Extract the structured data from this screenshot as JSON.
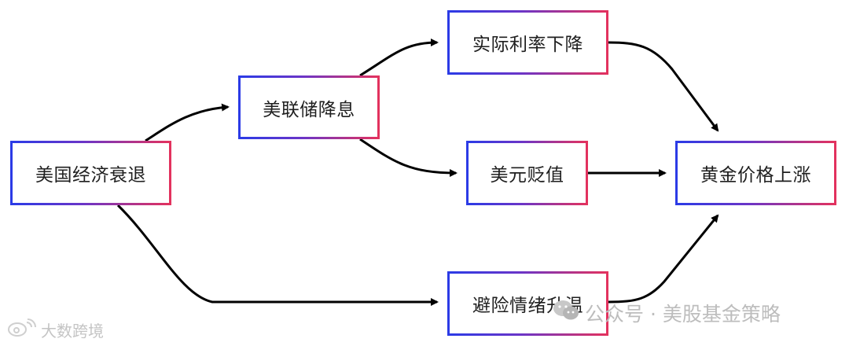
{
  "nodes": {
    "recession": "美国经济衰退",
    "fed_cut": "美联储降息",
    "real_rate": "实际利率下降",
    "usd": "美元贬值",
    "safe_haven": "避险情绪升温",
    "gold": "黄金价格上涨"
  },
  "watermarks": {
    "wechat": "公众号 · 美股基金策略",
    "weibo": "大数跨境"
  },
  "colors": {
    "border_start": "#2b3be6",
    "border_end": "#e3325e",
    "arrow": "#000000",
    "watermark": "#bdbdbd"
  },
  "icons": [
    "wechat-icon",
    "weibo-icon"
  ]
}
